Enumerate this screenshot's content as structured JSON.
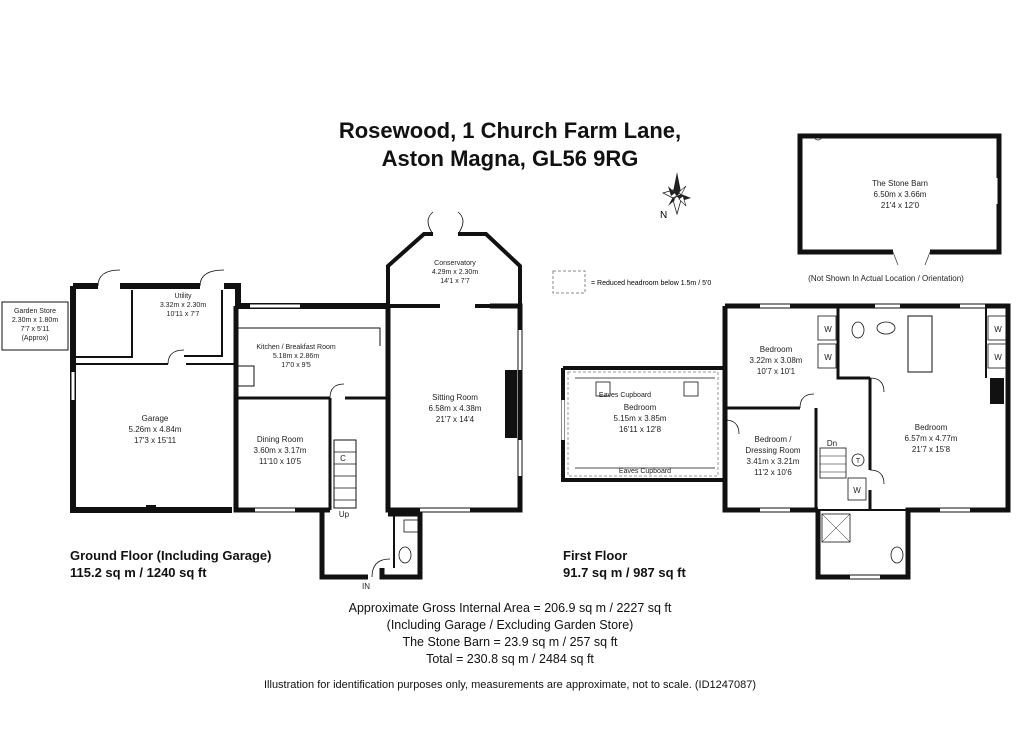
{
  "header": {
    "line1": "Rosewood, 1 Church Farm Lane,",
    "line2": "Aston Magna, GL56 9RG"
  },
  "compass": {
    "label": "N"
  },
  "legend": {
    "text": "= Reduced headroom below 1.5m / 5'0"
  },
  "barn": {
    "name": "The Stone Barn",
    "metric": "6.50m x 3.66m",
    "imperial": "21'4 x 12'0",
    "note": "(Not Shown In Actual Location / Orientation)"
  },
  "ground": {
    "garden_store": {
      "name": "Garden Store",
      "metric": "2.30m x 1.80m",
      "imperial": "7'7 x 5'11",
      "extra": "(Approx)"
    },
    "utility": {
      "name": "Utility",
      "metric": "3.32m x 2.30m",
      "imperial": "10'11 x 7'7"
    },
    "kitchen": {
      "name": "Kitchen / Breakfast Room",
      "metric": "5.18m x 2.86m",
      "imperial": "17'0 x 9'5"
    },
    "conservatory": {
      "name": "Conservatory",
      "metric": "4.29m x 2.30m",
      "imperial": "14'1 x 7'7"
    },
    "garage": {
      "name": "Garage",
      "metric": "5.26m x 4.84m",
      "imperial": "17'3 x 15'11"
    },
    "dining": {
      "name": "Dining Room",
      "metric": "3.60m x 3.17m",
      "imperial": "11'10 x 10'5"
    },
    "sitting": {
      "name": "Sitting Room",
      "metric": "6.58m x 4.38m",
      "imperial": "21'7 x 14'4"
    },
    "cupboard": "C",
    "stairs": "Up",
    "entrance": "IN",
    "label": "Ground Floor (Including Garage)",
    "area": "115.2 sq m / 1240 sq ft"
  },
  "first": {
    "bedroom_eaves": {
      "name": "Bedroom",
      "metric": "5.15m x 3.85m",
      "imperial": "16'11 x 12'8"
    },
    "eaves_top": "Eaves Cupboard",
    "eaves_bottom": "Eaves Cupboard",
    "bedroom2": {
      "name": "Bedroom",
      "metric": "3.22m x 3.08m",
      "imperial": "10'7 x 10'1"
    },
    "dressing": {
      "name": "Bedroom /",
      "name2": "Dressing Room",
      "metric": "3.41m x 3.21m",
      "imperial": "11'2 x 10'6"
    },
    "master": {
      "name": "Bedroom",
      "metric": "6.57m x 4.77m",
      "imperial": "21'7 x 15'8"
    },
    "stairs": "Dn",
    "wardrobe": "W",
    "tank": "T",
    "label": "First Floor",
    "area": "91.7 sq m / 987 sq ft"
  },
  "summary": {
    "line1": "Approximate Gross Internal Area = 206.9 sq m / 2227 sq ft",
    "line2": "(Including Garage / Excluding Garden Store)",
    "line3": "The Stone Barn = 23.9 sq m / 257 sq ft",
    "line4": "Total = 230.8 sq m / 2484 sq ft"
  },
  "disclaimer": "Illustration for identification purposes only, measurements are approximate, not to scale. (ID1247087)"
}
